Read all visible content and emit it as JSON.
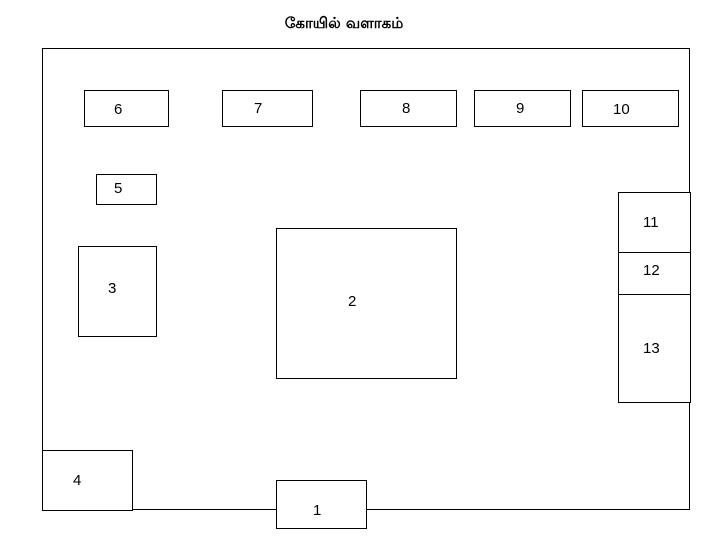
{
  "title": "கோயில் வளாகம்",
  "boxes": [
    {
      "id": "1",
      "label": "1"
    },
    {
      "id": "2",
      "label": "2"
    },
    {
      "id": "3",
      "label": "3"
    },
    {
      "id": "4",
      "label": "4"
    },
    {
      "id": "5",
      "label": "5"
    },
    {
      "id": "6",
      "label": "6"
    },
    {
      "id": "7",
      "label": "7"
    },
    {
      "id": "8",
      "label": "8"
    },
    {
      "id": "9",
      "label": "9"
    },
    {
      "id": "10",
      "label": "10"
    },
    {
      "id": "11",
      "label": "11"
    },
    {
      "id": "12",
      "label": "12"
    },
    {
      "id": "13",
      "label": "13"
    }
  ]
}
